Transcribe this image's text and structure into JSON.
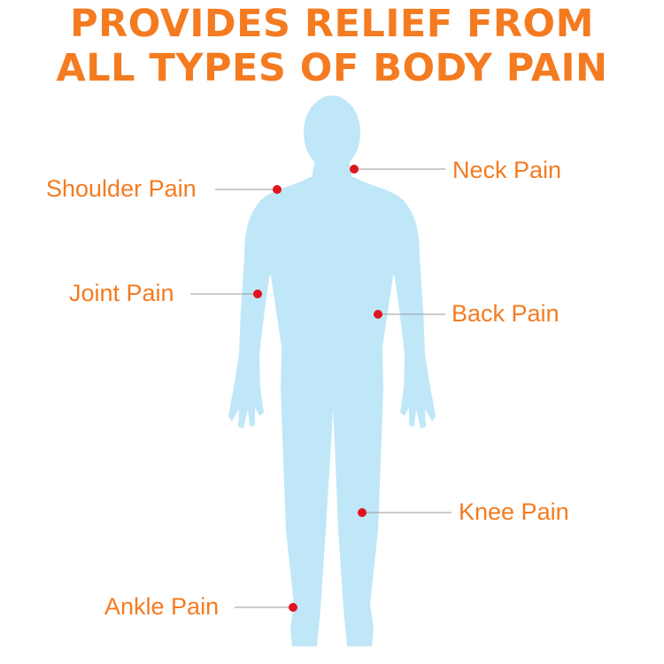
{
  "headline": {
    "line1": "PROVIDES RELIEF FROM",
    "line2": "ALL TYPES OF BODY PAIN"
  },
  "colors": {
    "accent": "#f47b20",
    "body": "#bfe7f8",
    "marker": "#e0141e",
    "leader_line": "#999999"
  },
  "pain_points": [
    {
      "label": "Shoulder Pain"
    },
    {
      "label": "Neck Pain"
    },
    {
      "label": "Joint Pain"
    },
    {
      "label": "Back Pain"
    },
    {
      "label": "Knee Pain"
    },
    {
      "label": "Ankle Pain"
    }
  ]
}
